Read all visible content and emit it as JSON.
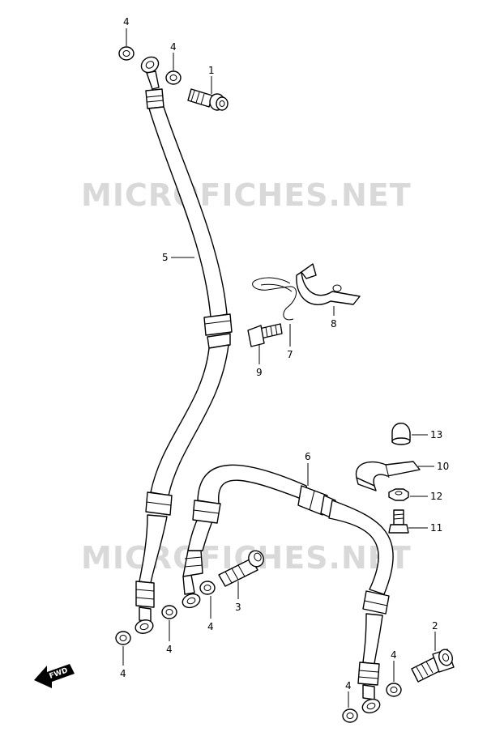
{
  "watermark": {
    "text": "MICROFICHES.NET"
  },
  "fwd_marker": {
    "text": "FWD"
  },
  "callouts": [
    {
      "id": "c-4a",
      "label": "4"
    },
    {
      "id": "c-4b",
      "label": "4"
    },
    {
      "id": "c-1",
      "label": "1"
    },
    {
      "id": "c-5",
      "label": "5"
    },
    {
      "id": "c-8",
      "label": "8"
    },
    {
      "id": "c-7",
      "label": "7"
    },
    {
      "id": "c-9",
      "label": "9"
    },
    {
      "id": "c-13",
      "label": "13"
    },
    {
      "id": "c-6",
      "label": "6"
    },
    {
      "id": "c-10",
      "label": "10"
    },
    {
      "id": "c-12",
      "label": "12"
    },
    {
      "id": "c-11",
      "label": "11"
    },
    {
      "id": "c-3",
      "label": "3"
    },
    {
      "id": "c-4c",
      "label": "4"
    },
    {
      "id": "c-4d",
      "label": "4"
    },
    {
      "id": "c-4e",
      "label": "4"
    },
    {
      "id": "c-2",
      "label": "2"
    },
    {
      "id": "c-4f",
      "label": "4"
    },
    {
      "id": "c-4g",
      "label": "4"
    }
  ]
}
